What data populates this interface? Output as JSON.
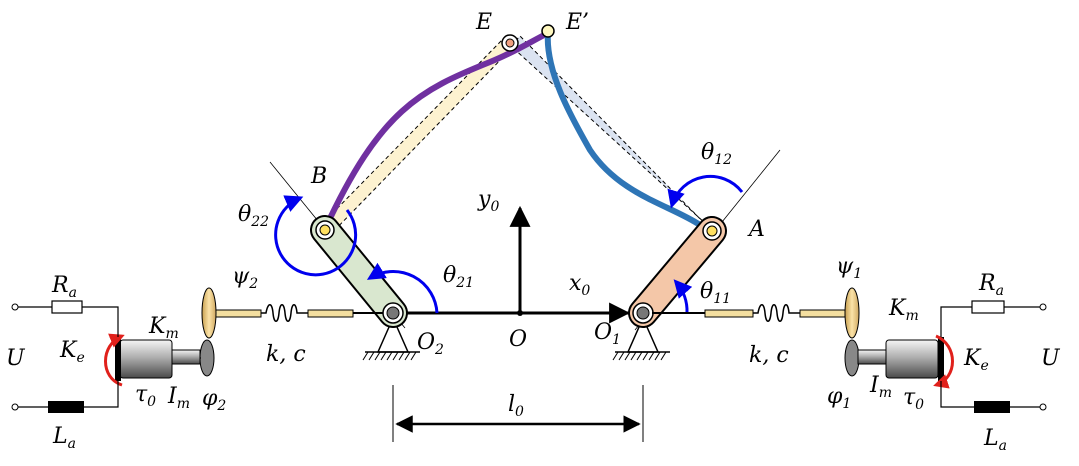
{
  "labels": {
    "E": "E",
    "E_prime": "E’",
    "B": "B",
    "A": "A",
    "theta22": "θ",
    "theta22_sub": "22",
    "theta21": "θ",
    "theta21_sub": "21",
    "theta12": "θ",
    "theta12_sub": "12",
    "theta11": "θ",
    "theta11_sub": "11",
    "y0": "y",
    "y0_sub": "0",
    "x0": "x",
    "x0_sub": "0",
    "O": "O",
    "O1": "O",
    "O1_sub": "1",
    "O2": "O",
    "O2_sub": "2",
    "l0": "l",
    "l0_sub": "0",
    "psi2": "ψ",
    "psi2_sub": "2",
    "psi1": "ψ",
    "psi1_sub": "1",
    "kc_left": "k, c",
    "kc_right": "k, c",
    "Km_left": "K",
    "Km_left_sub": "m",
    "Km_right": "K",
    "Km_right_sub": "m",
    "Ke_left": "K",
    "Ke_left_sub": "e",
    "Ke_right": "K",
    "Ke_right_sub": "e",
    "Ra_left": "R",
    "Ra_left_sub": "a",
    "Ra_right": "R",
    "Ra_right_sub": "a",
    "La_left": "L",
    "La_left_sub": "a",
    "La_right": "L",
    "La_right_sub": "a",
    "U_left": "U",
    "U_right": "U",
    "tau0_left": "τ",
    "tau0_left_sub": "0",
    "tau0_right": "τ",
    "tau0_right_sub": "0",
    "Im_left": "I",
    "Im_left_sub": "m",
    "Im_right": "I",
    "Im_right_sub": "m",
    "phi2": "φ",
    "phi2_sub": "2",
    "phi1": "φ",
    "phi1_sub": "1"
  },
  "colors": {
    "flex_link_left": "#7030a0",
    "flex_link_right": "#2e75b6",
    "rigid_link_left": "#d9e7cf",
    "rigid_link_right": "#f4c7a8",
    "angle_arrow": "#0000ee",
    "rotation_arrow": "#e0201b",
    "spring_shaft": "#f4dfa0"
  }
}
